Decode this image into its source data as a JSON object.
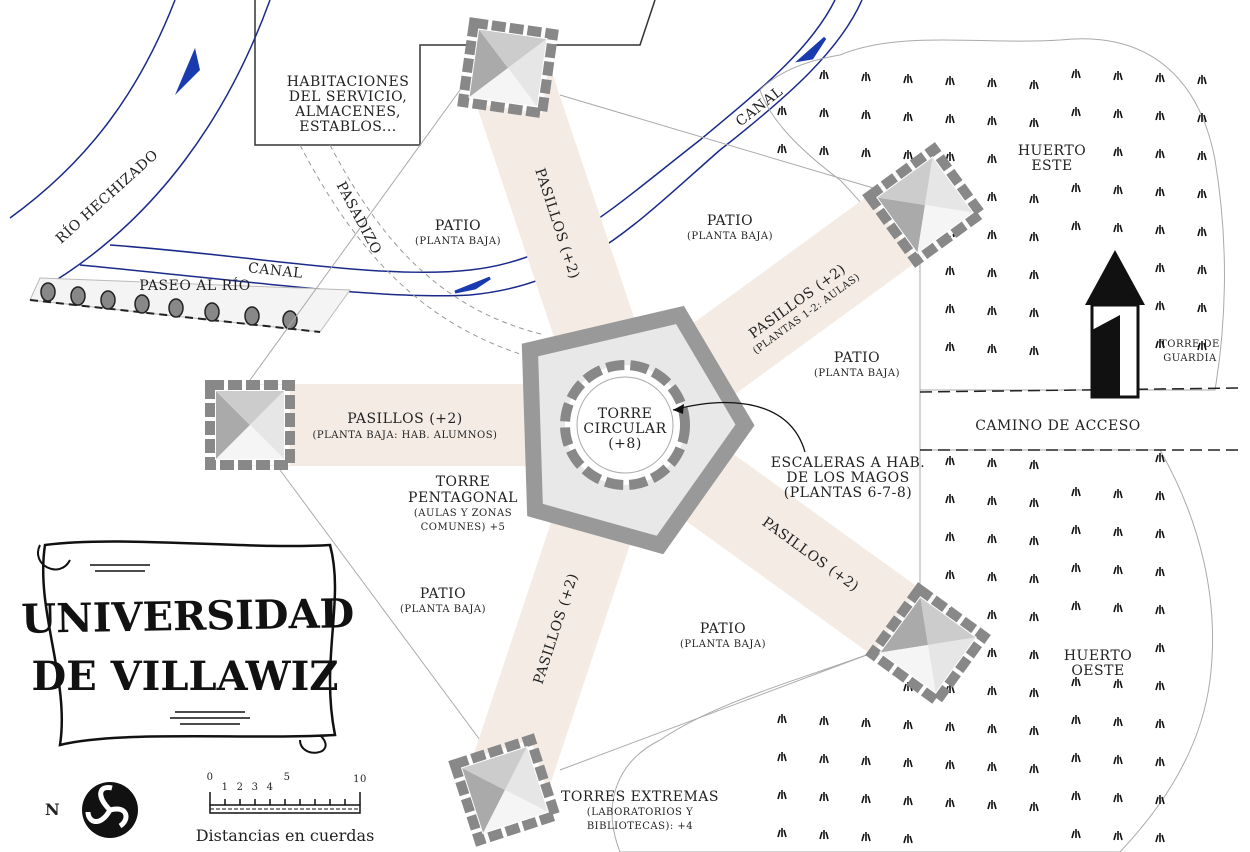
{
  "map_title": {
    "line1": "UNIVERSIDAD",
    "line2": "DE VILLAWIZ"
  },
  "labels": {
    "river": "RÍO HECHIZADO",
    "canal_top": "CANAL",
    "canal_main": "CANAL",
    "paseo": "PASEO AL RÍO",
    "service": [
      "HABITACIONES",
      "DEL SERVICIO,",
      "ALMACENES,",
      "ESTABLOS..."
    ],
    "pasadizo": "PASADIZO",
    "patio_nw": {
      "t": "PATIO",
      "s": "(PLANTA BAJA)"
    },
    "patio_ne": {
      "t": "PATIO",
      "s": "(PLANTA BAJA)"
    },
    "patio_e": {
      "t": "PATIO",
      "s": "(PLANTA BAJA)"
    },
    "patio_sw": {
      "t": "PATIO",
      "s": "(PLANTA BAJA)"
    },
    "patio_s": {
      "t": "PATIO",
      "s": "(PLANTA BAJA)"
    },
    "corr_n": "PASILLOS (+2)",
    "corr_ne": {
      "t": "PASILLOS (+2)",
      "s": "(PLANTAS 1-2: AULAS)"
    },
    "corr_w": {
      "t": "PASILLOS (+2)",
      "s": "(PLANTA BAJA: HAB. ALUMNOS)"
    },
    "corr_se": "PASILLOS (+2)",
    "corr_s": "PASILLOS (+2)",
    "torre_circular": [
      "TORRE",
      "CIRCULAR",
      "(+8)"
    ],
    "torre_pentagonal": [
      "TORRE",
      "PENTAGONAL",
      "(AULAS Y ZONAS",
      "COMUNES) +5"
    ],
    "escaleras": [
      "ESCALERAS A HAB.",
      "DE LOS MAGOS",
      "(PLANTAS 6-7-8)"
    ],
    "huerto_este": [
      "HUERTO",
      "ESTE"
    ],
    "huerto_oeste": [
      "HUERTO",
      "OESTE"
    ],
    "torre_guardia": [
      "TORRE DE",
      "GUARDIA"
    ],
    "camino": "CAMINO DE ACCESO",
    "torres_extremas": [
      "TORRES EXTREMAS",
      "(LABORATORIOS Y",
      "BIBLIOTECAS): +4"
    ]
  },
  "compass": {
    "letter": "N"
  },
  "scale": {
    "ticks": [
      "0",
      "1",
      "2",
      "3",
      "4",
      "5",
      "10"
    ],
    "caption": "Distancias en cuerdas"
  },
  "colors": {
    "water": "#1a2a8a",
    "corridor": "#f3ebe4",
    "stone": "#8a8a8a",
    "arrow": "#1a3ab0"
  }
}
